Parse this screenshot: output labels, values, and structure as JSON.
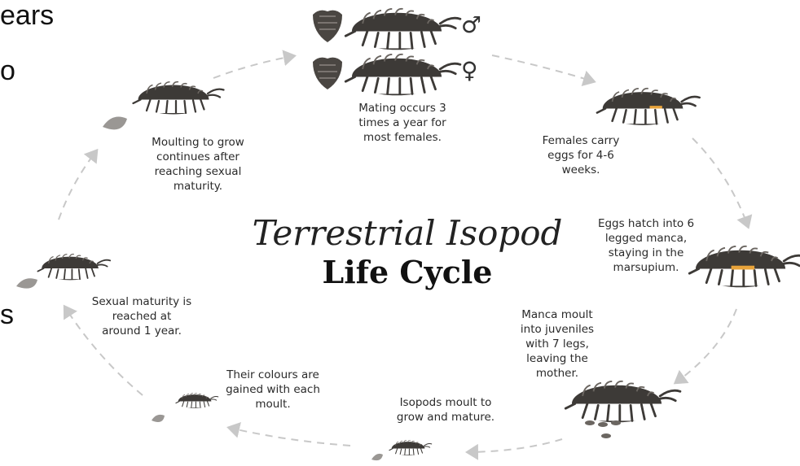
{
  "fragments": {
    "line1": "ears",
    "line2": "o",
    "line3": "s"
  },
  "title": {
    "line1": "Terrestrial Isopod",
    "line2": "Life Cycle"
  },
  "symbols": {
    "male": "♂",
    "female": "♀"
  },
  "stages": {
    "mating": "Mating occurs 3 times a year for most females.",
    "eggs": "Females carry eggs for 4-6 weeks.",
    "hatch": "Eggs hatch into 6 legged manca, staying in the marsupium.",
    "manca_moult": "Manca moult into juveniles with 7 legs, leaving the mother.",
    "isopods_moult": "Isopods moult to grow and mature.",
    "colours": "Their colours are gained with each moult.",
    "maturity": "Sexual maturity is reached at around 1 year.",
    "moulting": "Moulting to grow continues after reaching sexual maturity."
  },
  "colors": {
    "body": "#3d3a37",
    "segment": "#57524d",
    "moult": "#9a9794",
    "eggs": "#e8a33a",
    "arrow": "#c8c8c8"
  }
}
